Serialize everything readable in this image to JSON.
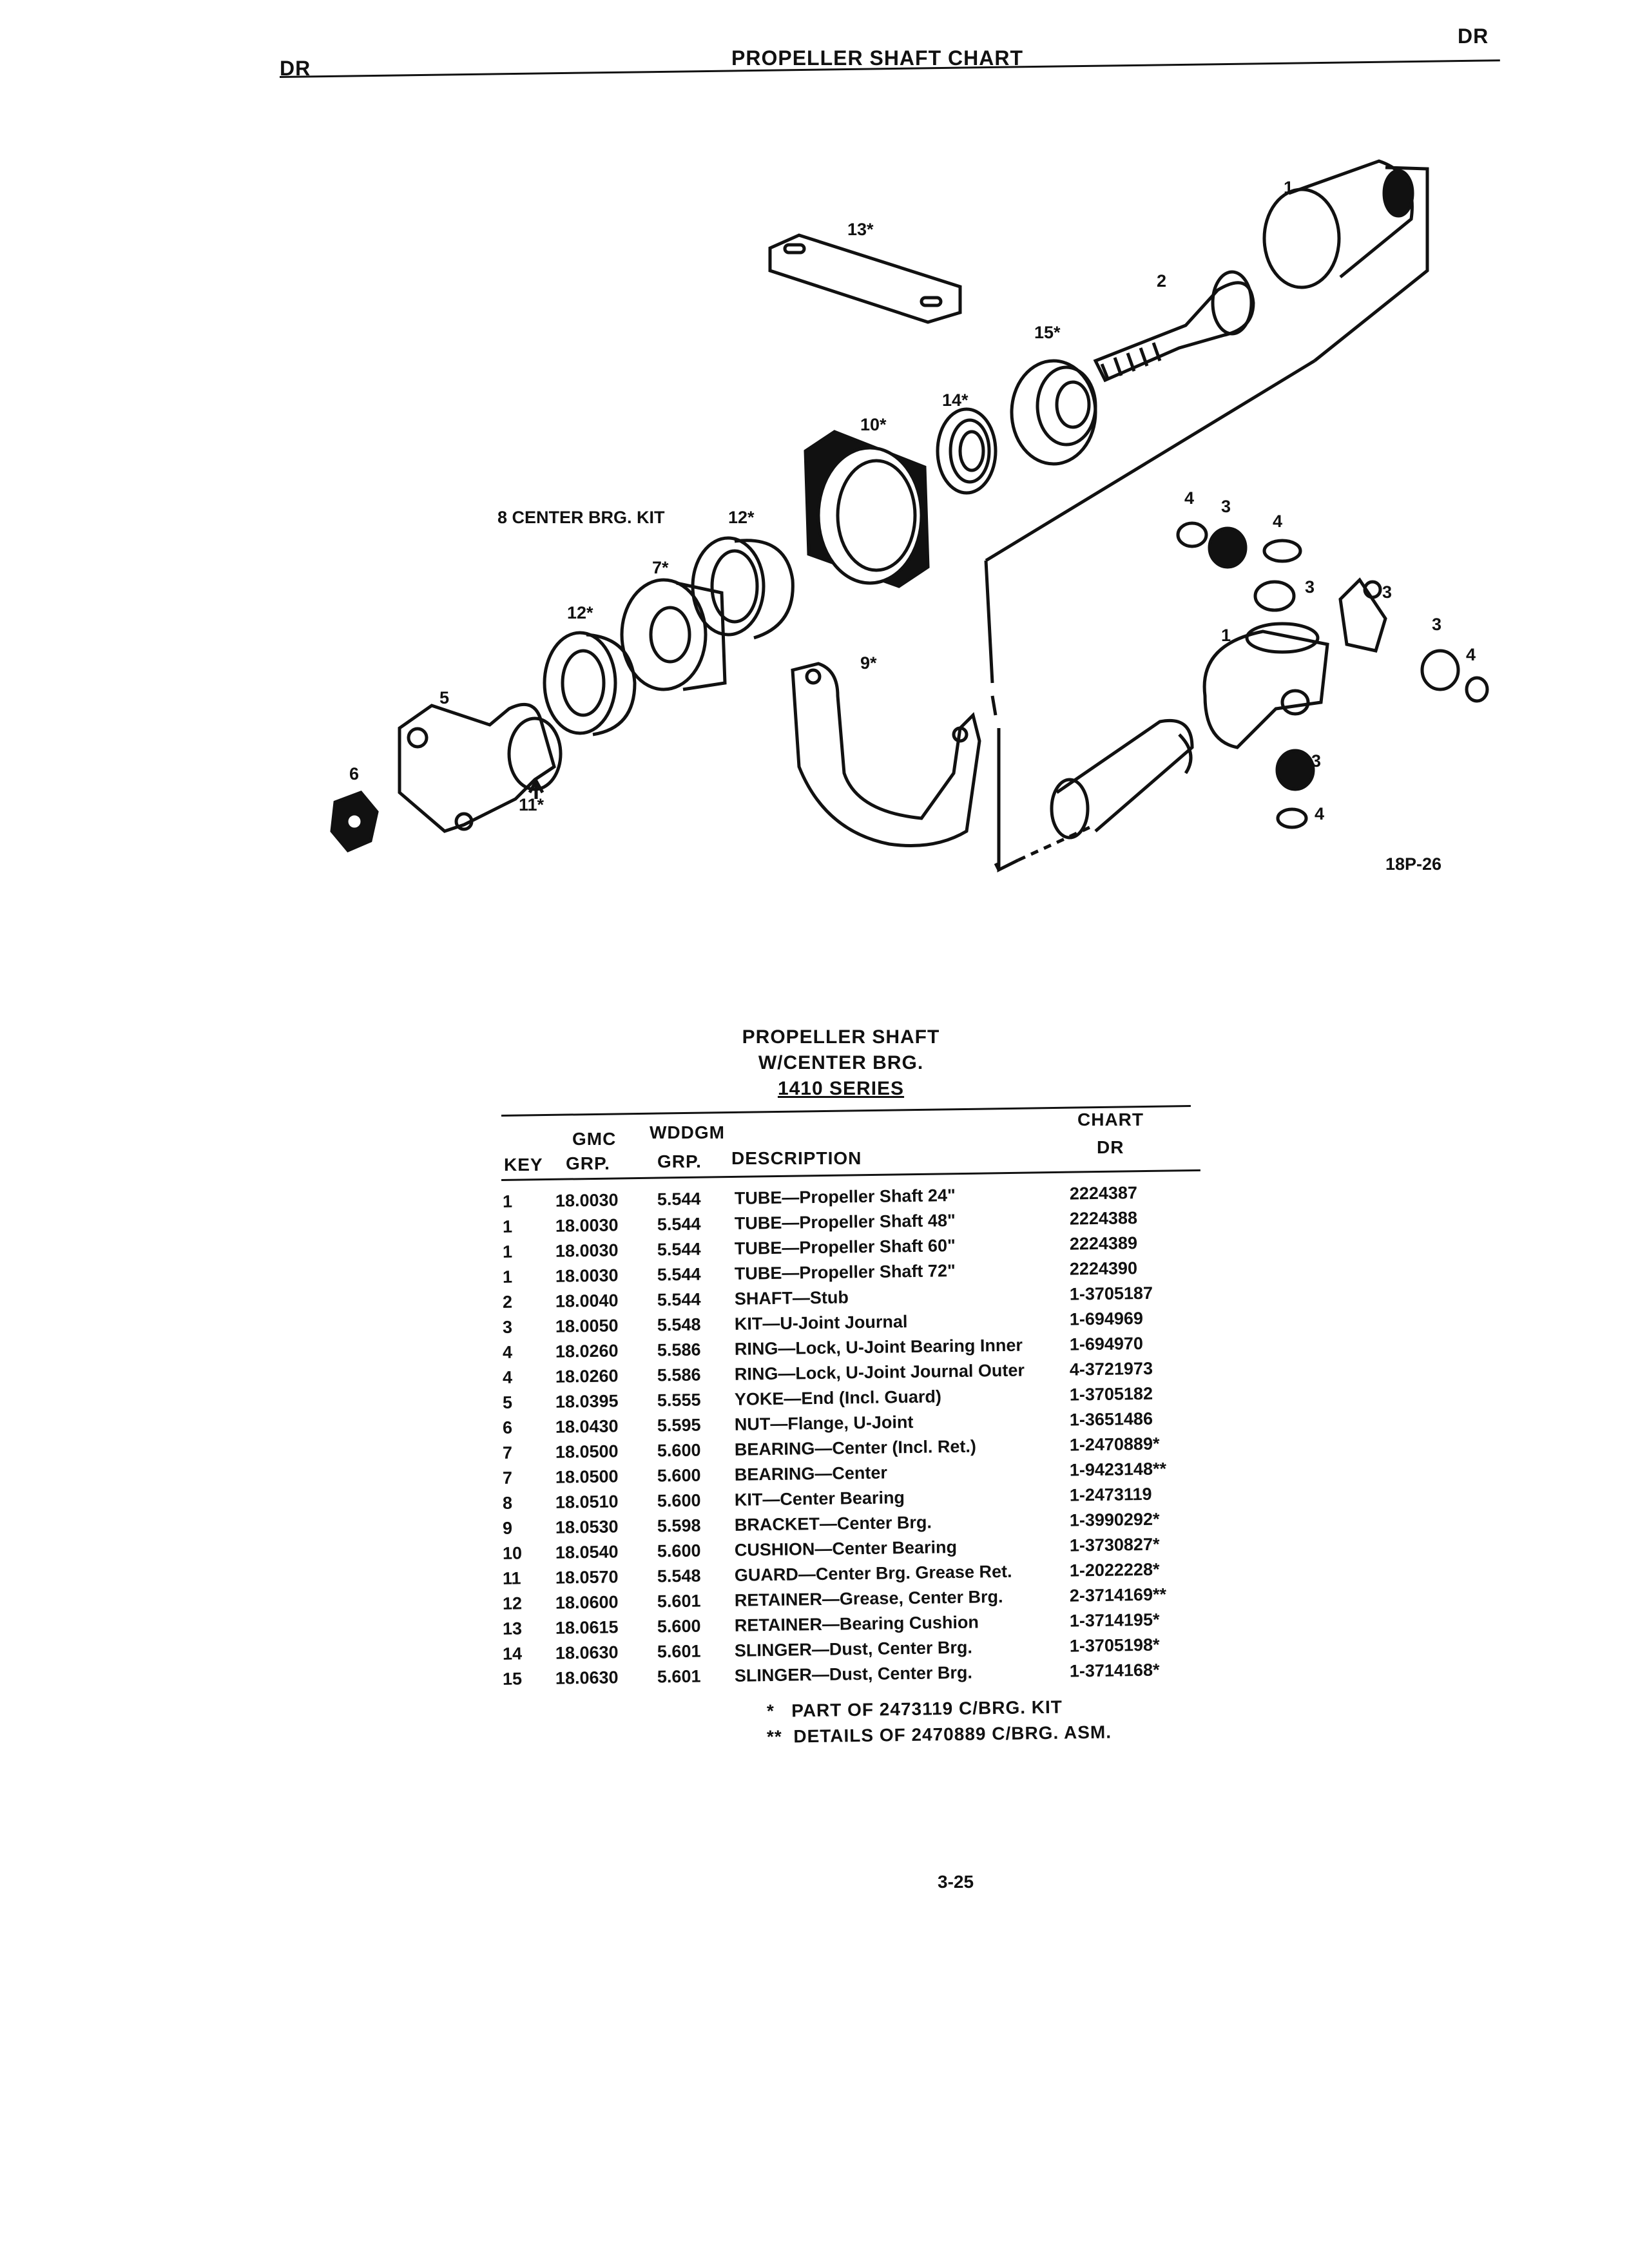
{
  "header": {
    "left_code": "DR",
    "title": "PROPELLER SHAFT CHART",
    "right_code": "DR"
  },
  "diagram": {
    "callouts": [
      "1",
      "2",
      "13*",
      "15*",
      "14*",
      "10*",
      "8 CENTER BRG. KIT",
      "12*",
      "7*",
      "12*",
      "5",
      "6",
      "11*",
      "9*",
      "4",
      "3",
      "4",
      "3",
      "3",
      "1",
      "3",
      "4",
      "3",
      "4"
    ],
    "figure_id": "18P-26"
  },
  "table": {
    "title_lines": [
      "PROPELLER SHAFT",
      "W/CENTER BRG.",
      "1410 SERIES"
    ],
    "headers": {
      "key": "KEY",
      "gmc_1": "GMC",
      "gmc_2": "GRP.",
      "wddgm_1": "WDDGM",
      "wddgm_2": "GRP.",
      "description": "DESCRIPTION",
      "chart_1": "CHART",
      "chart_2": "DR"
    },
    "rows": [
      {
        "key": "1",
        "gmc": "18.0030",
        "wddgm": "5.544",
        "description": "TUBE—Propeller Shaft 24\"",
        "chart": "2224387"
      },
      {
        "key": "1",
        "gmc": "18.0030",
        "wddgm": "5.544",
        "description": "TUBE—Propeller Shaft 48\"",
        "chart": "2224388"
      },
      {
        "key": "1",
        "gmc": "18.0030",
        "wddgm": "5.544",
        "description": "TUBE—Propeller Shaft 60\"",
        "chart": "2224389"
      },
      {
        "key": "1",
        "gmc": "18.0030",
        "wddgm": "5.544",
        "description": "TUBE—Propeller Shaft 72\"",
        "chart": "2224390"
      },
      {
        "key": "2",
        "gmc": "18.0040",
        "wddgm": "5.544",
        "description": "SHAFT—Stub",
        "chart": "1-3705187"
      },
      {
        "key": "3",
        "gmc": "18.0050",
        "wddgm": "5.548",
        "description": "KIT—U-Joint Journal",
        "chart": "1-694969"
      },
      {
        "key": "4",
        "gmc": "18.0260",
        "wddgm": "5.586",
        "description": "RING—Lock, U-Joint Bearing Inner",
        "chart": "1-694970"
      },
      {
        "key": "4",
        "gmc": "18.0260",
        "wddgm": "5.586",
        "description": "RING—Lock, U-Joint Journal Outer",
        "chart": "4-3721973"
      },
      {
        "key": "5",
        "gmc": "18.0395",
        "wddgm": "5.555",
        "description": "YOKE—End (Incl. Guard)",
        "chart": "1-3705182"
      },
      {
        "key": "6",
        "gmc": "18.0430",
        "wddgm": "5.595",
        "description": "NUT—Flange, U-Joint",
        "chart": "1-3651486"
      },
      {
        "key": "7",
        "gmc": "18.0500",
        "wddgm": "5.600",
        "description": "BEARING—Center (Incl. Ret.)",
        "chart": "1-2470889*"
      },
      {
        "key": "7",
        "gmc": "18.0500",
        "wddgm": "5.600",
        "description": "BEARING—Center",
        "chart": "1-9423148**"
      },
      {
        "key": "8",
        "gmc": "18.0510",
        "wddgm": "5.600",
        "description": "KIT—Center Bearing",
        "chart": "1-2473119"
      },
      {
        "key": "9",
        "gmc": "18.0530",
        "wddgm": "5.598",
        "description": "BRACKET—Center Brg.",
        "chart": "1-3990292*"
      },
      {
        "key": "10",
        "gmc": "18.0540",
        "wddgm": "5.600",
        "description": "CUSHION—Center Bearing",
        "chart": "1-3730827*"
      },
      {
        "key": "11",
        "gmc": "18.0570",
        "wddgm": "5.548",
        "description": "GUARD—Center Brg. Grease Ret.",
        "chart": "1-2022228*"
      },
      {
        "key": "12",
        "gmc": "18.0600",
        "wddgm": "5.601",
        "description": "RETAINER—Grease, Center Brg.",
        "chart": "2-3714169**"
      },
      {
        "key": "13",
        "gmc": "18.0615",
        "wddgm": "5.600",
        "description": "RETAINER—Bearing Cushion",
        "chart": "1-3714195*"
      },
      {
        "key": "14",
        "gmc": "18.0630",
        "wddgm": "5.601",
        "description": "SLINGER—Dust, Center Brg.",
        "chart": "1-3705198*"
      },
      {
        "key": "15",
        "gmc": "18.0630",
        "wddgm": "5.601",
        "description": "SLINGER—Dust, Center Brg.",
        "chart": "1-3714168*"
      }
    ],
    "footnotes": [
      "*   PART OF 2473119 C/BRG. KIT",
      "**  DETAILS OF 2470889 C/BRG. ASM."
    ]
  },
  "footer": {
    "page_number": "3-25"
  }
}
